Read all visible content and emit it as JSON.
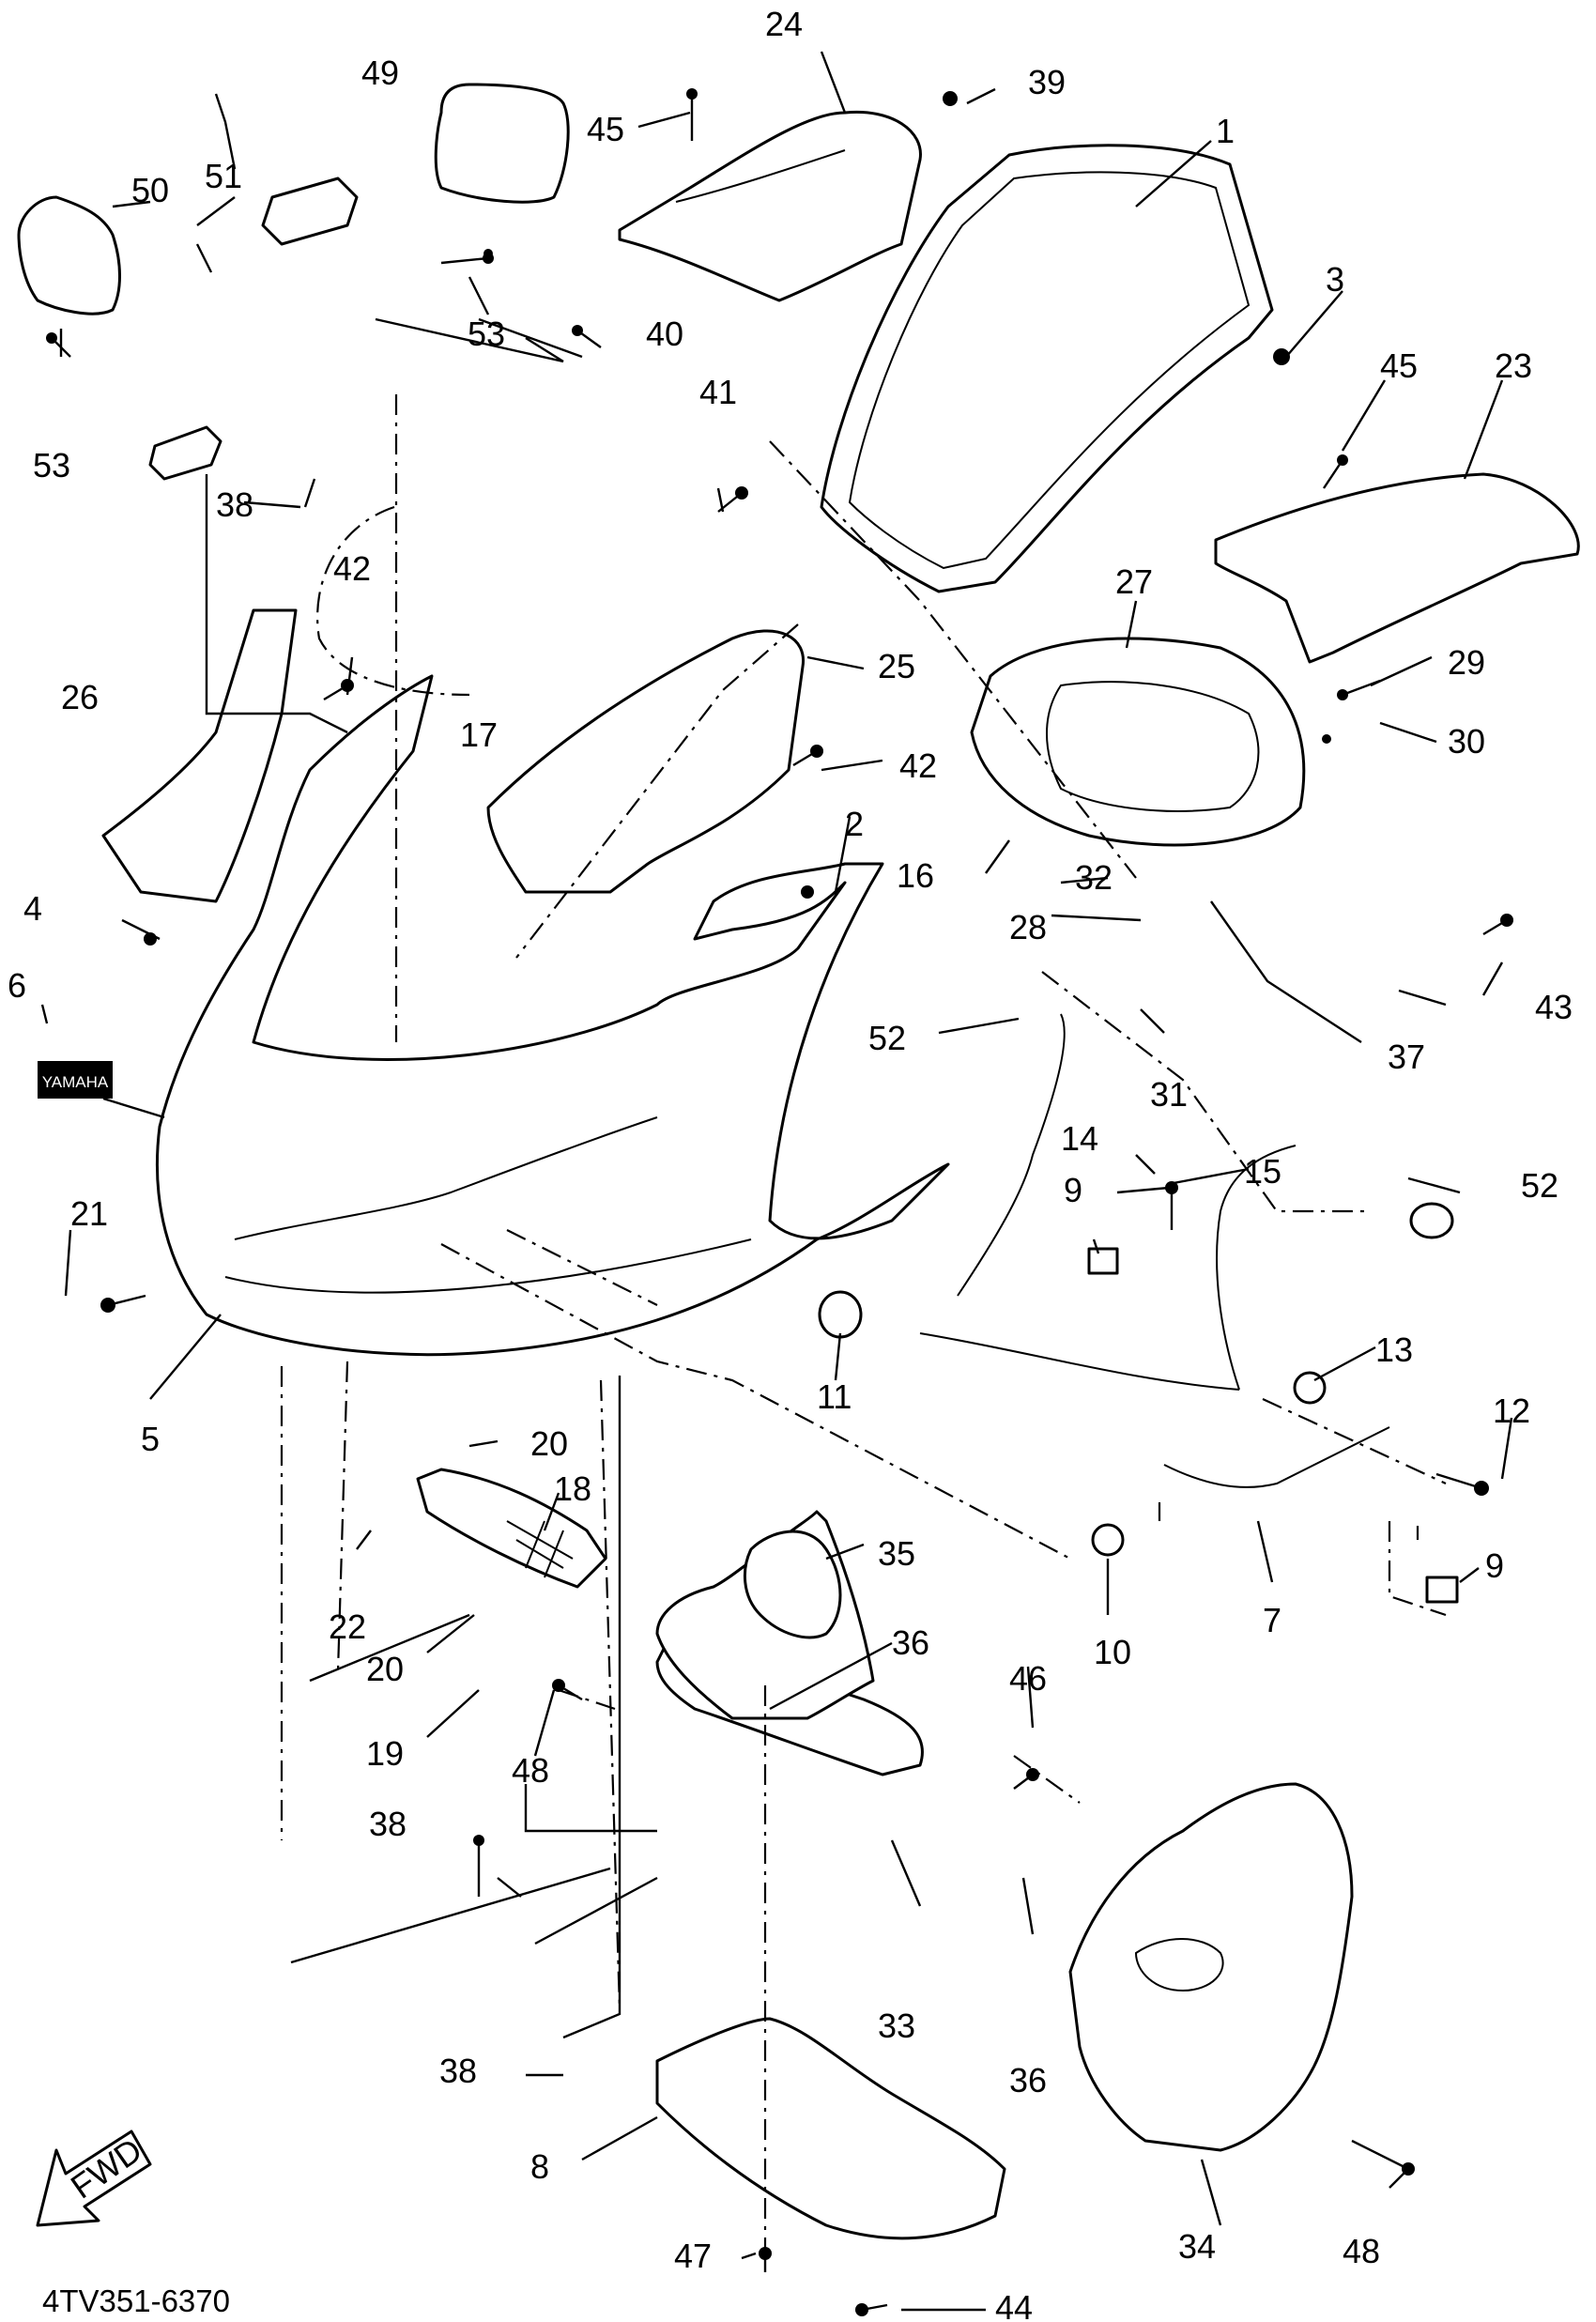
{
  "diagram_code": "4TV351-6370",
  "fwd_label": "FWD",
  "emblem_text": "YAMAHA",
  "callouts": [
    {
      "id": "c1",
      "text": "1"
    },
    {
      "id": "c2",
      "text": "2"
    },
    {
      "id": "c3",
      "text": "3"
    },
    {
      "id": "c4",
      "text": "4"
    },
    {
      "id": "c5",
      "text": "5"
    },
    {
      "id": "c6",
      "text": "6"
    },
    {
      "id": "c7",
      "text": "7"
    },
    {
      "id": "c8",
      "text": "8"
    },
    {
      "id": "c9a",
      "text": "9"
    },
    {
      "id": "c9b",
      "text": "9"
    },
    {
      "id": "c10",
      "text": "10"
    },
    {
      "id": "c11",
      "text": "11"
    },
    {
      "id": "c12",
      "text": "12"
    },
    {
      "id": "c13",
      "text": "13"
    },
    {
      "id": "c14",
      "text": "14"
    },
    {
      "id": "c15",
      "text": "15"
    },
    {
      "id": "c16",
      "text": "16"
    },
    {
      "id": "c17",
      "text": "17"
    },
    {
      "id": "c18",
      "text": "18"
    },
    {
      "id": "c19",
      "text": "19"
    },
    {
      "id": "c20a",
      "text": "20"
    },
    {
      "id": "c20b",
      "text": "20"
    },
    {
      "id": "c21",
      "text": "21"
    },
    {
      "id": "c22",
      "text": "22"
    },
    {
      "id": "c23",
      "text": "23"
    },
    {
      "id": "c24",
      "text": "24"
    },
    {
      "id": "c25",
      "text": "25"
    },
    {
      "id": "c26",
      "text": "26"
    },
    {
      "id": "c27",
      "text": "27"
    },
    {
      "id": "c28",
      "text": "28"
    },
    {
      "id": "c29",
      "text": "29"
    },
    {
      "id": "c30",
      "text": "30"
    },
    {
      "id": "c31",
      "text": "31"
    },
    {
      "id": "c32",
      "text": "32"
    },
    {
      "id": "c33",
      "text": "33"
    },
    {
      "id": "c34",
      "text": "34"
    },
    {
      "id": "c35",
      "text": "35"
    },
    {
      "id": "c36a",
      "text": "36"
    },
    {
      "id": "c36b",
      "text": "36"
    },
    {
      "id": "c37",
      "text": "37"
    },
    {
      "id": "c38a",
      "text": "38"
    },
    {
      "id": "c38b",
      "text": "38"
    },
    {
      "id": "c38c",
      "text": "38"
    },
    {
      "id": "c39",
      "text": "39"
    },
    {
      "id": "c40",
      "text": "40"
    },
    {
      "id": "c41",
      "text": "41"
    },
    {
      "id": "c42a",
      "text": "42"
    },
    {
      "id": "c42b",
      "text": "42"
    },
    {
      "id": "c43",
      "text": "43"
    },
    {
      "id": "c44",
      "text": "44"
    },
    {
      "id": "c45a",
      "text": "45"
    },
    {
      "id": "c45b",
      "text": "45"
    },
    {
      "id": "c46",
      "text": "46"
    },
    {
      "id": "c47",
      "text": "47"
    },
    {
      "id": "c48a",
      "text": "48"
    },
    {
      "id": "c48b",
      "text": "48"
    },
    {
      "id": "c49",
      "text": "49"
    },
    {
      "id": "c50",
      "text": "50"
    },
    {
      "id": "c51",
      "text": "51"
    },
    {
      "id": "c52a",
      "text": "52"
    },
    {
      "id": "c52b",
      "text": "52"
    },
    {
      "id": "c53a",
      "text": "53"
    },
    {
      "id": "c53b",
      "text": "53"
    }
  ]
}
